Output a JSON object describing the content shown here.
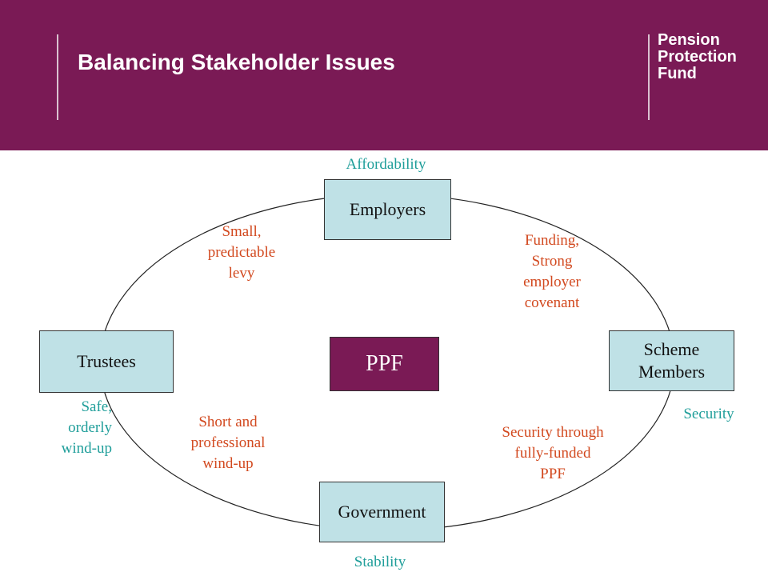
{
  "header": {
    "title": "Balancing Stakeholder Issues",
    "logo": [
      "Pension",
      "Protection",
      "Fund"
    ]
  },
  "nodes": {
    "employers": "Employers",
    "trustees": "Trustees",
    "scheme_members": [
      "Scheme",
      "Members"
    ],
    "government": "Government",
    "ppf": "PPF"
  },
  "outcomes": {
    "affordability": "Affordability",
    "security": "Security",
    "stability": "Stability",
    "trustees": [
      "Safe,",
      "orderly",
      "wind-up"
    ]
  },
  "links": {
    "employers_trustees": [
      "Small,",
      "predictable",
      "levy"
    ],
    "employers_members": [
      "Funding,",
      "Strong",
      "employer",
      "covenant"
    ],
    "trustees_government": [
      "Short and",
      "professional",
      "wind-up"
    ],
    "members_government": [
      "Security through",
      "fully-funded",
      "PPF"
    ]
  },
  "colors": {
    "brand": "#7a1a55",
    "box_fill": "#bfe1e6",
    "link_text": "#d2491f",
    "outcome_text": "#1f9e9a"
  }
}
